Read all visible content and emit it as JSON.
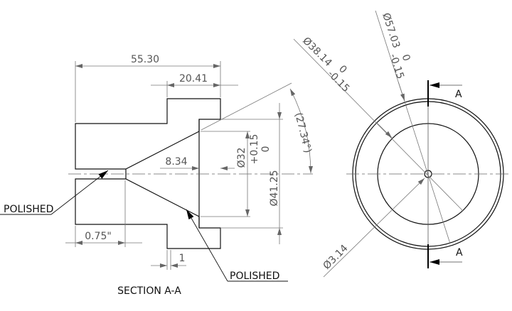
{
  "section_view": {
    "title": "SECTION A-A",
    "dims": {
      "overall_length": "55.30",
      "flange_length": "20.41",
      "counterbore_depth": "8.34",
      "bore_dia": "Ø32",
      "bore_tol_upper": "+0.15",
      "bore_tol_lower": "0",
      "counterbore_dia": "Ø41.25",
      "angle": "(27.34°)",
      "orifice_length": "0.75\"",
      "chamfer": "1"
    },
    "notes": [
      "POLISHED",
      "POLISHED"
    ]
  },
  "end_view": {
    "section_label": "A",
    "dims": {
      "outer_dia": "Ø57.03",
      "outer_tol_upper": "0",
      "outer_tol_lower": "-0.15",
      "inner_dia": "Ø38.14",
      "inner_tol_upper": "0",
      "inner_tol_lower": "-0.15",
      "hole_dia": "Ø3.14"
    }
  }
}
